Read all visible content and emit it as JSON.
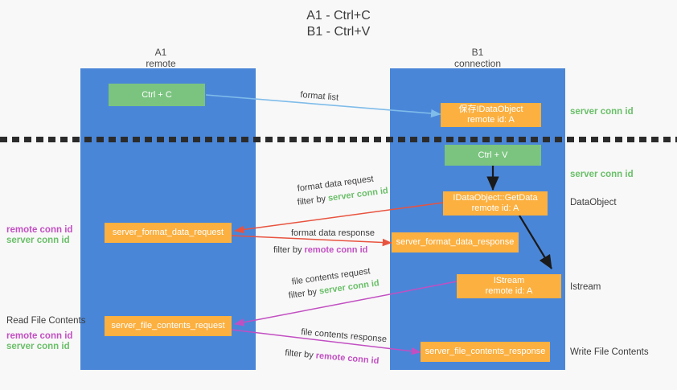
{
  "title": {
    "line1": "A1 - Ctrl+C",
    "line2": "B1 - Ctrl+V"
  },
  "columns": [
    {
      "name": "A1",
      "sub": "remote"
    },
    {
      "name": "B1",
      "sub": "connection"
    }
  ],
  "boxes": {
    "ctrl_c": "Ctrl + C",
    "ctrl_v": "Ctrl + V",
    "idataobject_save": "保存IDataObject\nremote id: A",
    "idataobject_save_l1": "保存IDataObject",
    "idataobject_save_l2": "remote id: A",
    "getdata_l1": "IDataObject::GetData",
    "getdata_l2": "remote id: A",
    "istream_l1": "IStream",
    "istream_l2": "remote id: A",
    "server_format_data_request": "server_format_data_request",
    "server_format_data_response": "server_format_data_response",
    "server_file_contents_request": "server_file_contents_request",
    "server_file_contents_response": "server_file_contents_response"
  },
  "right_labels": {
    "server_conn_id_1": "server conn id",
    "server_conn_id_2": "server conn id",
    "dataobject": "DataObject",
    "istream": "Istream",
    "write_file_contents": "Write File Contents"
  },
  "left_labels": {
    "remote_conn_id_1": "remote conn id",
    "server_conn_id_1": "server conn id",
    "read_file_contents": "Read File Contents",
    "remote_conn_id_2": "remote conn id",
    "server_conn_id_2": "server conn id"
  },
  "edges": {
    "format_list": "format list",
    "format_data_request": "format data request",
    "format_data_request_filter_pre": "filter by ",
    "format_data_request_filter_key": "server conn id",
    "format_data_response": "format data response",
    "format_data_response_filter_pre": "filter by ",
    "format_data_response_filter_key": "remote conn id",
    "file_contents_request": "file contents request",
    "file_contents_request_filter_pre": "filter by ",
    "file_contents_request_filter_key": "server conn id",
    "file_contents_response": "file contents response",
    "file_contents_response_filter_pre": "filter by ",
    "file_contents_response_filter_key": "remote conn id"
  },
  "colors": {
    "panel": "#4a86d8",
    "box_green": "#7ac47f",
    "box_orange": "#fbb040",
    "arrow_lightblue": "#7fbcea",
    "arrow_red": "#e8533f",
    "arrow_magenta": "#c24fc2",
    "arrow_black": "#1a1a1a",
    "text_green": "#6abf69",
    "text_magenta": "#c24fc2",
    "background": "#f8f8f8",
    "divider": "#2b2b2b"
  }
}
